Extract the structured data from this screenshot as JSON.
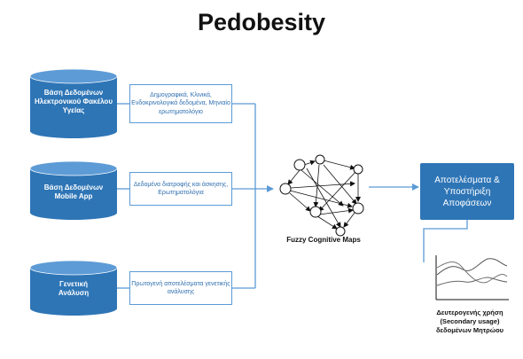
{
  "title": "Pedobesity",
  "sources": [
    {
      "name": "Βάση Δεδομένων Ηλεκτρονικού Φακέλου Υγείας",
      "description": "Δημογραφικά, Κλινικά, Ενδοκρινολογικά δεδομένα, Μηνιαίο ερωτηματολόγιο"
    },
    {
      "name": "Βάση Δεδομένων Mobile App",
      "description": "Δεδομένα διατροφής και άσκησης, Ερωτηματολόγια"
    },
    {
      "name": "Γενετική Ανάλυση",
      "description": "Πρωτογενή αποτελέσματα γενετικής ανάλυσης"
    }
  ],
  "fcm_label": "Fuzzy Cognitive Maps",
  "result": "Αποτελέσματα & Υποστήριξη Αποφάσεων",
  "secondary_usage": "Δευτερογενής χρήση (Secondary usage) δεδομένων Μητρώου",
  "colors": {
    "primary_blue": "#2e75b6",
    "line_blue": "#5b9bd5",
    "desc_text": "#2f6fb0"
  }
}
